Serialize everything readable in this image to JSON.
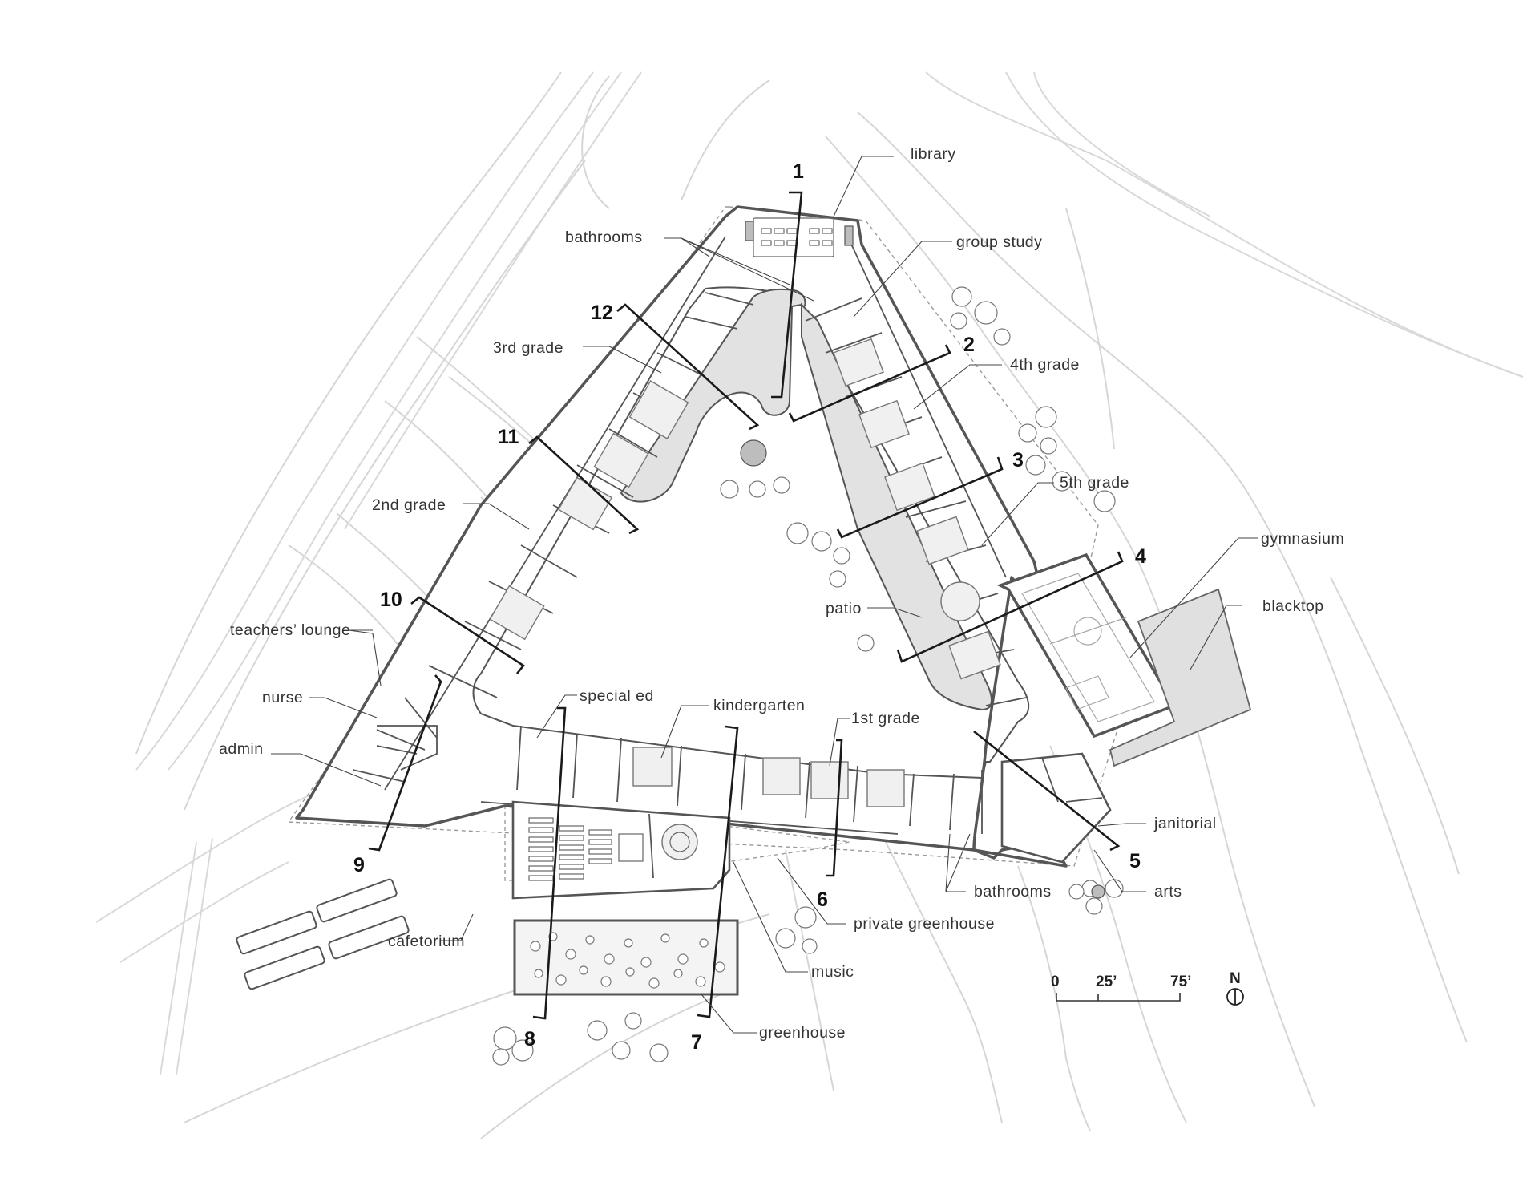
{
  "rooms": {
    "library": "library",
    "bathrooms_north": "bathrooms",
    "group_study": "group study",
    "grade_3": "3rd grade",
    "grade_4": "4th grade",
    "grade_5": "5th grade",
    "grade_2": "2nd grade",
    "gymnasium": "gymnasium",
    "blacktop": "blacktop",
    "patio": "patio",
    "teachers_lounge": "teachers’ lounge",
    "nurse": "nurse",
    "admin": "admin",
    "special_ed": "special ed",
    "kindergarten": "kindergarten",
    "grade_1": "1st grade",
    "janitorial": "janitorial",
    "arts": "arts",
    "bathrooms_south": "bathrooms",
    "private_greenhouse": "private greenhouse",
    "cafetorium": "cafetorium",
    "music": "music",
    "greenhouse": "greenhouse"
  },
  "sections": {
    "s1": "1",
    "s2": "2",
    "s3": "3",
    "s4": "4",
    "s5": "5",
    "s6": "6",
    "s7": "7",
    "s8": "8",
    "s9": "9",
    "s10": "10",
    "s11": "11",
    "s12": "12"
  },
  "scale_bar": {
    "zero": "0",
    "mid": "25’",
    "end": "75’"
  },
  "north_arrow": {
    "label": "N",
    "icon": "north-arrow-icon"
  },
  "colors": {
    "line": "#555555",
    "patio_fill": "#e2e2e2",
    "blacktop_fill": "#e0e0e0",
    "contour": "#d6d6d6"
  }
}
